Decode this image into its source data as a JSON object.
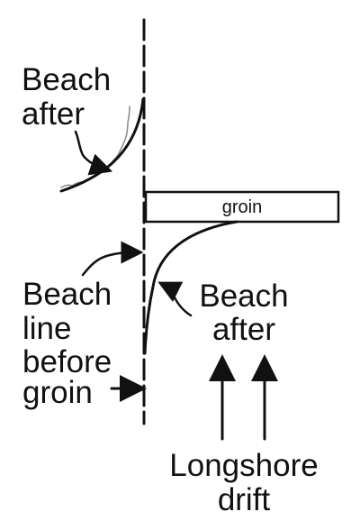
{
  "labels": {
    "beach_after_top": [
      "Beach",
      "after"
    ],
    "groin_box": "groin",
    "beach_line_before": [
      "Beach",
      "line",
      "before",
      "groin"
    ],
    "beach_after_bottom": [
      "Beach",
      "after"
    ],
    "longshore_drift": [
      "Longshore",
      "drift"
    ]
  }
}
